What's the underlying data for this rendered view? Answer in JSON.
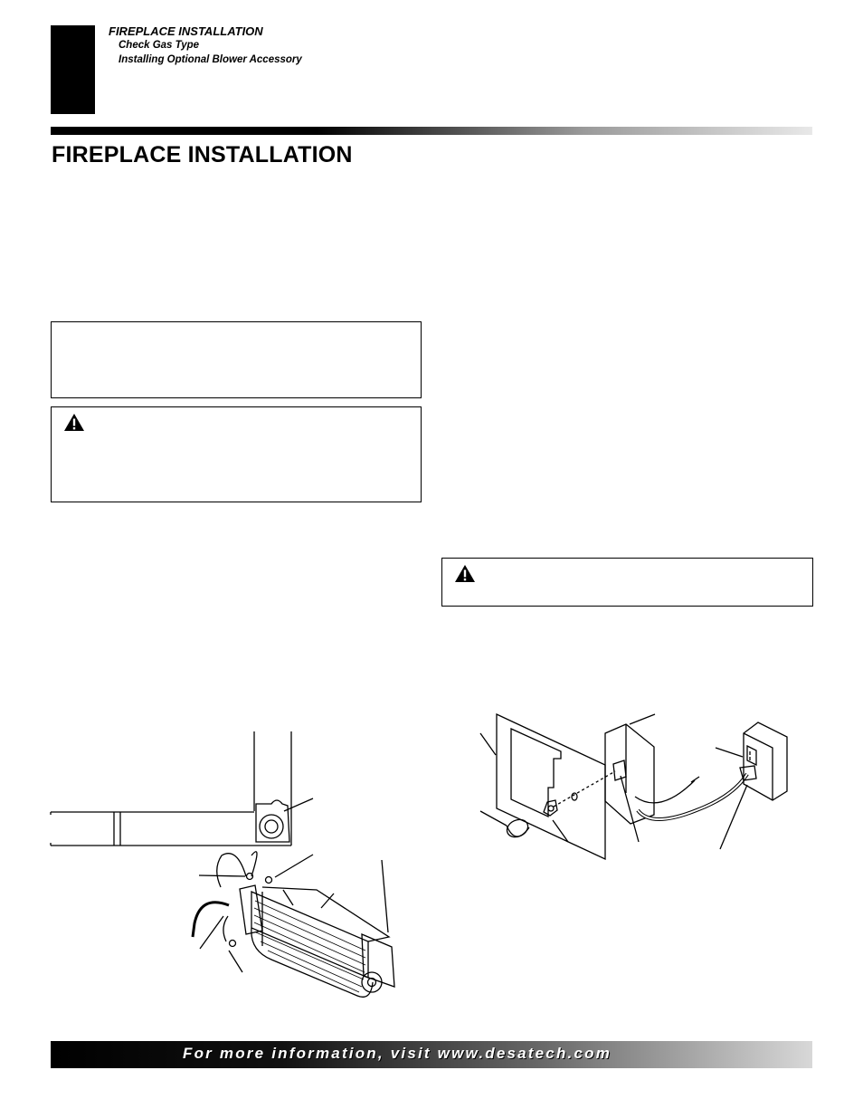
{
  "header": {
    "title": "FIREPLACE INSTALLATION",
    "subtitles": [
      "Check Gas Type",
      "Installing Optional Blower Accessory"
    ]
  },
  "section": {
    "title": "FIREPLACE INSTALLATION"
  },
  "footer": {
    "text": "For more information, visit www.desatech.com"
  },
  "icons": {
    "warning": "warning-triangle-icon"
  },
  "colors": {
    "ink": "#000000",
    "paper": "#ffffff"
  }
}
